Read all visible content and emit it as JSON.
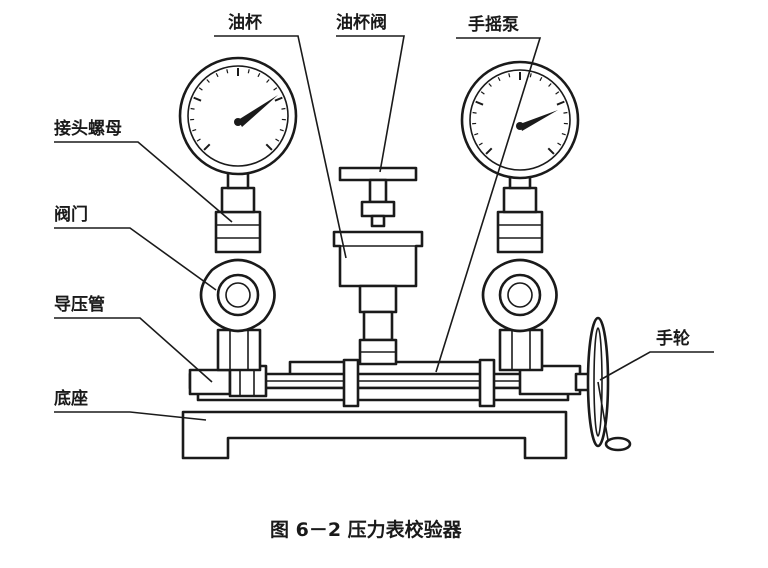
{
  "labels": {
    "oil_cup": "油杯",
    "oil_cup_valve": "油杯阀",
    "hand_pump": "手摇泵",
    "connector_nut": "接头螺母",
    "valve": "阀门",
    "pressure_tube": "导压管",
    "base": "底座",
    "handwheel": "手轮"
  },
  "caption": "图 6－2  压力表校验器"
}
